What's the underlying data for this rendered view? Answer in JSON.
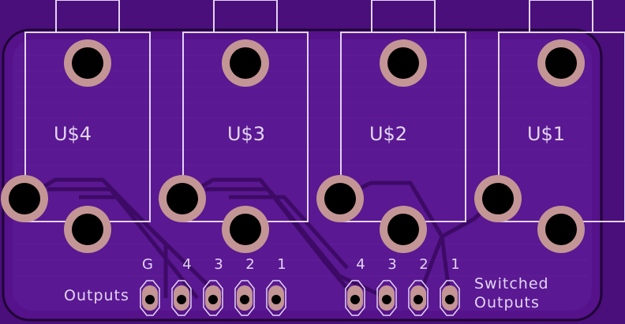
{
  "board": {
    "colors": {
      "background": "#4a0f7a",
      "board_fill": "#5a1690",
      "board_outline": "#2a0648",
      "trace": "#6f2aa8",
      "silk": "#d9c8ee",
      "pad_copper": "#c39595",
      "drill": "#000000"
    },
    "parts": [
      {
        "ref": "U$4"
      },
      {
        "ref": "U$3"
      },
      {
        "ref": "U$2"
      },
      {
        "ref": "U$1"
      }
    ],
    "outputs_header": {
      "label": "Outputs",
      "pins": [
        "G",
        "4",
        "3",
        "2",
        "1"
      ]
    },
    "switched_header": {
      "label_line1": "Switched",
      "label_line2": "Outputs",
      "pins": [
        "4",
        "3",
        "2",
        "1"
      ]
    }
  }
}
